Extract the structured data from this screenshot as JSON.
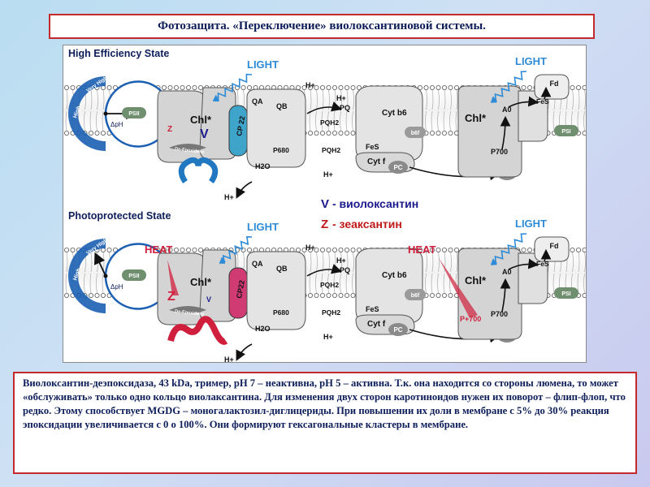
{
  "title": "Фотозащита. «Переключение» виолоксантиновой системы.",
  "diagram": {
    "states": [
      {
        "heading": "High Efficiency State",
        "light": "LIGHT",
        "dpH": "ΔpH",
        "high": "High",
        "very_high": "Very High",
        "psii": "PSII",
        "psi": "PSI",
        "chl_left": "Chl*",
        "chl_right": "Chl*",
        "cp": "CP 22",
        "carotenoid": "V",
        "z_letter": "Z",
        "de_epoxidase": "De-Epoxidase",
        "qa": "QA",
        "qb": "QB",
        "p680": "P680",
        "h2o": "H2O",
        "h_plus": "H+",
        "pq": "PQ",
        "pqh2": "PQH2",
        "cyt_b6": "Cyt b6",
        "cyt_f": "Cyt f",
        "fes": "FeS",
        "b6f": "b6f",
        "pc": "PC",
        "a0": "A0",
        "fd": "Fd",
        "p700": "P700"
      },
      {
        "heading": "Photoprotected State",
        "light": "LIGHT",
        "heat_left": "HEAT",
        "heat_right": "HEAT",
        "dpH": "ΔpH",
        "high": "High",
        "very_high": "Very High",
        "psii": "PSII",
        "psi": "PSI",
        "chl_left": "Chl*",
        "chl_right": "Chl*",
        "cp": "CP22",
        "carotenoid": "Z",
        "v_letter": "V",
        "de_epoxidase": "De-Epoxidase",
        "qa": "QA",
        "qb": "QB",
        "p680": "P680",
        "h2o": "H2O",
        "h_plus": "H+",
        "pq": "PQ",
        "pqh2": "PQH2",
        "cyt_b6": "Cyt b6",
        "cyt_f": "Cyt f",
        "fes": "FeS",
        "b6f": "b6f",
        "pc": "PC",
        "a0": "A0",
        "fd": "Fd",
        "p700": "P700",
        "p700_plus": "P+700"
      }
    ],
    "legend": {
      "v_key": "V",
      "v_text": "- виолоксантин",
      "z_key": "Z",
      "z_text": " - зеаксантин"
    }
  },
  "description": "Виолоксантин-деэпоксидаза, 43 kDa, тример, pH 7 – неактивна, pH 5 – активна. Т.к. она находится со стороны люмена, то может «обслуживать» только одно кольцо виолаксантина.  Для изменения двух сторон каротиноидов нужен их поворот – флип-флоп, что редко.  Этому способствует MGDG – моногалактозил-диглицериды.  При повышении их доли в мембране с 5% до 30% реакция эпоксидации увеличивается с 0 о 100%. Они формируют гексагональные кластеры в мембране.",
  "colors": {
    "frame_red": "#c42a2a",
    "text_navy": "#0d1e5a",
    "light_blue": "#2e8bd6",
    "heat_red": "#d01f3c",
    "protein_grey": "#d4d4d4",
    "psii_green": "#6f8f6f",
    "legend_v": "#1a1a8c",
    "legend_z": "#c01818"
  }
}
